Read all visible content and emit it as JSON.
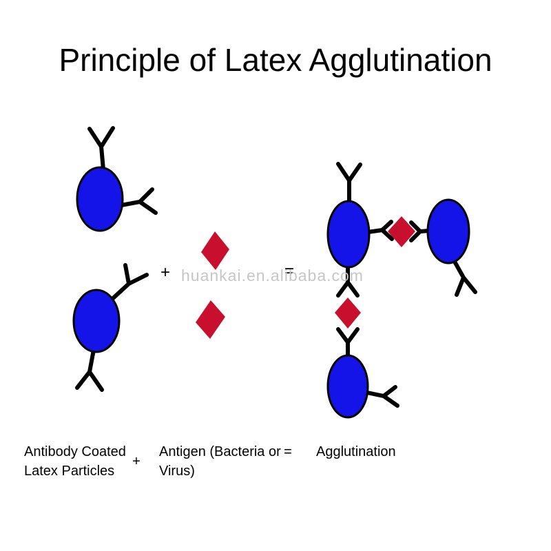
{
  "title": "Principle of Latex Agglutination",
  "watermark": "huankai.en.alibaba.com",
  "equation": {
    "plus": "+",
    "equals": "="
  },
  "caption": {
    "antibody_line1": "Antibody Coated",
    "antibody_line2": "Latex Particles",
    "plus": "+",
    "antigen_line1": "Antigen (Bacteria or",
    "antigen_line2": "Virus)",
    "equals": "=",
    "result": "Agglutination"
  },
  "colors": {
    "background": "#ffffff",
    "particle_fill": "#1414e8",
    "particle_outline": "#000000",
    "antibody_stroke": "#000000",
    "antigen_fill": "#c8102e",
    "text": "#000000",
    "watermark": "#c6c6c6"
  }
}
